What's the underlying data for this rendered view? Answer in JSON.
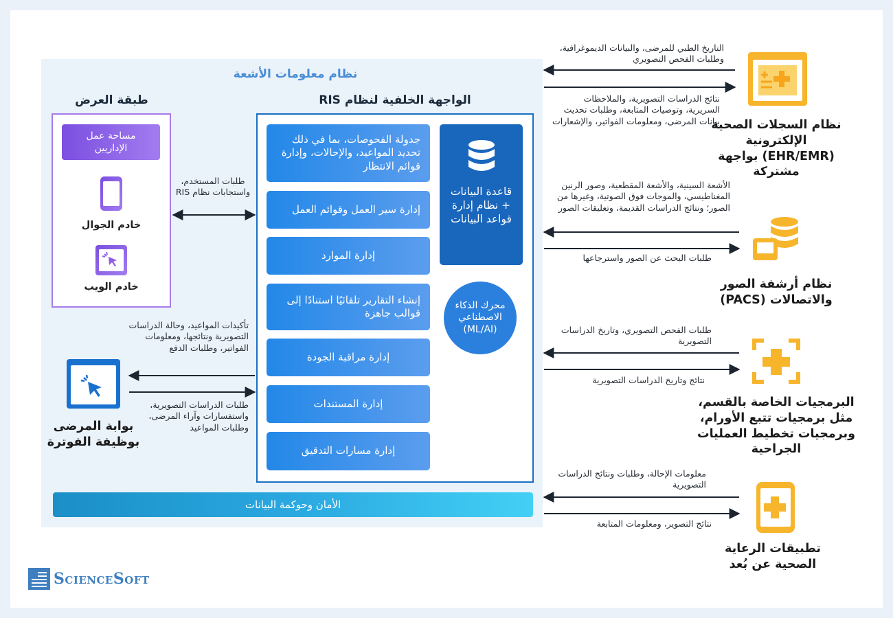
{
  "ris": {
    "title": "نظام معلومات الأشعة",
    "presentation_title": "طبقة العرض",
    "backend_title": "الواجهة الخلفية لنظام RIS",
    "admin_workspace": "مساحة عمل الإداريين",
    "mobile_server": "خادم الجوال",
    "web_server": "خادم الويب",
    "user_requests": "طلبات المستخدم، واستجابات نظام RIS",
    "modules": [
      "جدولة الفحوصات، بما في ذلك تحديد المواعيد، والإحالات، وإدارة قوائم الانتظار",
      "إدارة سير العمل وقوائم العمل",
      "إدارة الموارد",
      "إنشاء التقارير تلقائيًا استنادًا إلى قوالب جاهزة",
      "إدارة مراقبة الجودة",
      "إدارة المستندات",
      "إدارة مسارات التدقيق"
    ],
    "database": "قاعدة البيانات + نظام إدارة قواعد البيانات",
    "ai_engine": "محرك الذكاء الاصطناعي (ML/AI)",
    "security": "الأمان وحوكمة البيانات"
  },
  "patient_portal": {
    "name": "بوابة المرضى بوظيفة الفوترة",
    "out_text": "تأكيدات المواعيد، وحالة الدراسات التصويرية ونتائجها، ومعلومات الفواتير، وطلبات الدفع",
    "in_text": "طلبات الدراسات التصويرية، واستفسارات وآراء المرضى، وطلبات المواعيد"
  },
  "systems": [
    {
      "name": "نظام السجلات الصحية الإلكترونية (EHR/EMR) بواجهة مشتركة",
      "to_ris": "التاريخ الطبي للمرضى، والبيانات الديموغرافية، وطلبات الفحص التصويري",
      "from_ris": "نتائج الدراسات التصويرية، والملاحظات السريرية، وتوصيات المتابعة، وطلبات تحديث بيانات المرضى، ومعلومات الفواتير، والإشعارات",
      "icon": "ehr-icon"
    },
    {
      "name": "نظام أرشفة الصور والاتصالات (PACS)",
      "to_ris": "الأشعة السينية، والأشعة المقطعية، وصور الرنين المغناطيسي، والموجات فوق الصوتية، وغيرها من الصور؛ ونتائج الدراسات القديمة، وتعليقات الصور",
      "from_ris": "طلبات البحث عن الصور واسترجاعها",
      "icon": "pacs-icon"
    },
    {
      "name": "البرمجيات الخاصة بالقسم، مثل برمجيات تتبع الأورام، وبرمجيات تخطيط العمليات الجراحية",
      "to_ris": "طلبات الفحص التصويري، وتاريخ الدراسات التصويرية",
      "from_ris": "نتائج وتاريخ الدراسات التصويرية",
      "icon": "department-icon"
    },
    {
      "name": "تطبيقات الرعاية الصحية عن بُعد",
      "to_ris": "معلومات الإحالة، وطلبات ونتائج الدراسات التصويرية",
      "from_ris": "نتائج التصوير، ومعلومات المتابعة",
      "icon": "telehealth-icon"
    }
  ],
  "logo": "ScienceSoft",
  "colors": {
    "accent": "#2388e8",
    "dark_blue": "#1966bd",
    "icon_yellow": "#f7b52c",
    "purple": "#8d5ee6"
  }
}
